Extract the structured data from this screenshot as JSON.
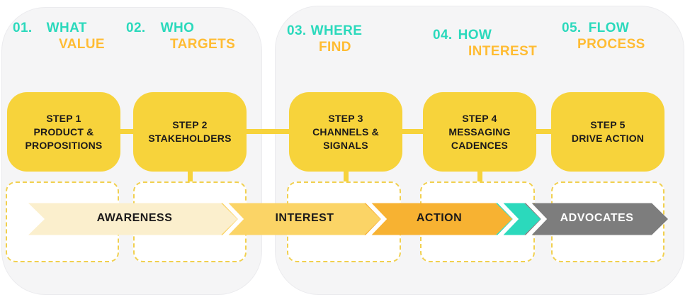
{
  "colors": {
    "teal": "#2bd9bc",
    "gold": "#ffbc33",
    "step_yellow": "#f7d33b",
    "panel_gray": "#f5f5f6",
    "dashed_yellow": "#f1d04f",
    "text_dark": "#1c1a1a"
  },
  "headers": [
    {
      "number": "01.",
      "word1": "WHAT",
      "word2": "VALUE"
    },
    {
      "number": "02.",
      "word1": "WHO",
      "word2": "TARGETS"
    },
    {
      "number": "03.",
      "word1": "WHERE",
      "word2": "FIND"
    },
    {
      "number": "04.",
      "word1": "HOW",
      "word2": "INTEREST"
    },
    {
      "number": "05.",
      "word1": "FLOW",
      "word2": "PROCESS"
    }
  ],
  "steps": [
    {
      "line1": "STEP 1",
      "line2": "PRODUCT &",
      "line3": "PROPOSITIONS"
    },
    {
      "line1": "STEP 2",
      "line2": "STAKEHOLDERS"
    },
    {
      "line1": "STEP 3",
      "line2": "CHANNELS &",
      "line3": "SIGNALS"
    },
    {
      "line1": "STEP 4",
      "line2": "MESSAGING",
      "line3": "CADENCES"
    },
    {
      "line1": "STEP 5",
      "line2": "DRIVE ACTION"
    }
  ],
  "funnel": {
    "stages": [
      {
        "label": "AWARENESS",
        "color": "#fbefcd",
        "text_color": "#1c1a1a"
      },
      {
        "label": "INTEREST",
        "color": "#fbd466",
        "text_color": "#1c1a1a"
      },
      {
        "label": "ACTION",
        "color": "#f7b232",
        "text_color": "#1c1a1a"
      },
      {
        "label": "",
        "color": "#2bd9bc",
        "text_color": ""
      },
      {
        "label": "ADVOCATES",
        "color": "#7d7d7d",
        "text_color": "#ffffff"
      }
    ]
  }
}
